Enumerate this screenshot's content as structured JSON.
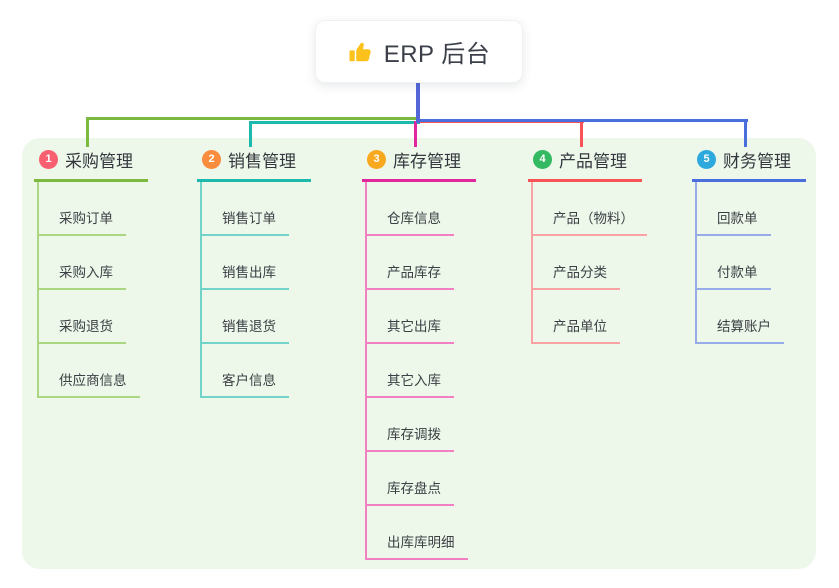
{
  "root": {
    "label": "ERP 后台",
    "icon": "thumbs-up-icon",
    "icon_color": "#fcc21b",
    "connector_color": "#5566d8"
  },
  "canvas": {
    "background": "#ffffff",
    "panel_background": "#edf7ea"
  },
  "branches": [
    {
      "number": "1",
      "label": "采购管理",
      "color": "#7cba3f",
      "light_color": "#abd782",
      "badge_color": "#f85f70",
      "children": [
        "采购订单",
        "采购入库",
        "采购退货",
        "供应商信息"
      ]
    },
    {
      "number": "2",
      "label": "销售管理",
      "color": "#1cb9ac",
      "light_color": "#72d4c9",
      "badge_color": "#f98c3d",
      "children": [
        "销售订单",
        "销售出库",
        "销售退货",
        "客户信息"
      ]
    },
    {
      "number": "3",
      "label": "库存管理",
      "color": "#e0279e",
      "light_color": "#f17fc2",
      "badge_color": "#f8a91f",
      "children": [
        "仓库信息",
        "产品库存",
        "其它出库",
        "其它入库",
        "库存调拨",
        "库存盘点",
        "出库库明细"
      ]
    },
    {
      "number": "4",
      "label": "产品管理",
      "color": "#f85458",
      "light_color": "#fba3a4",
      "badge_color": "#34b963",
      "children": [
        "产品（物料）",
        "产品分类",
        "产品单位"
      ]
    },
    {
      "number": "5",
      "label": "财务管理",
      "color": "#4a6fdc",
      "light_color": "#97abe9",
      "badge_color": "#2ea9de",
      "children": [
        "回款单",
        "付款单",
        "结算账户"
      ]
    }
  ]
}
